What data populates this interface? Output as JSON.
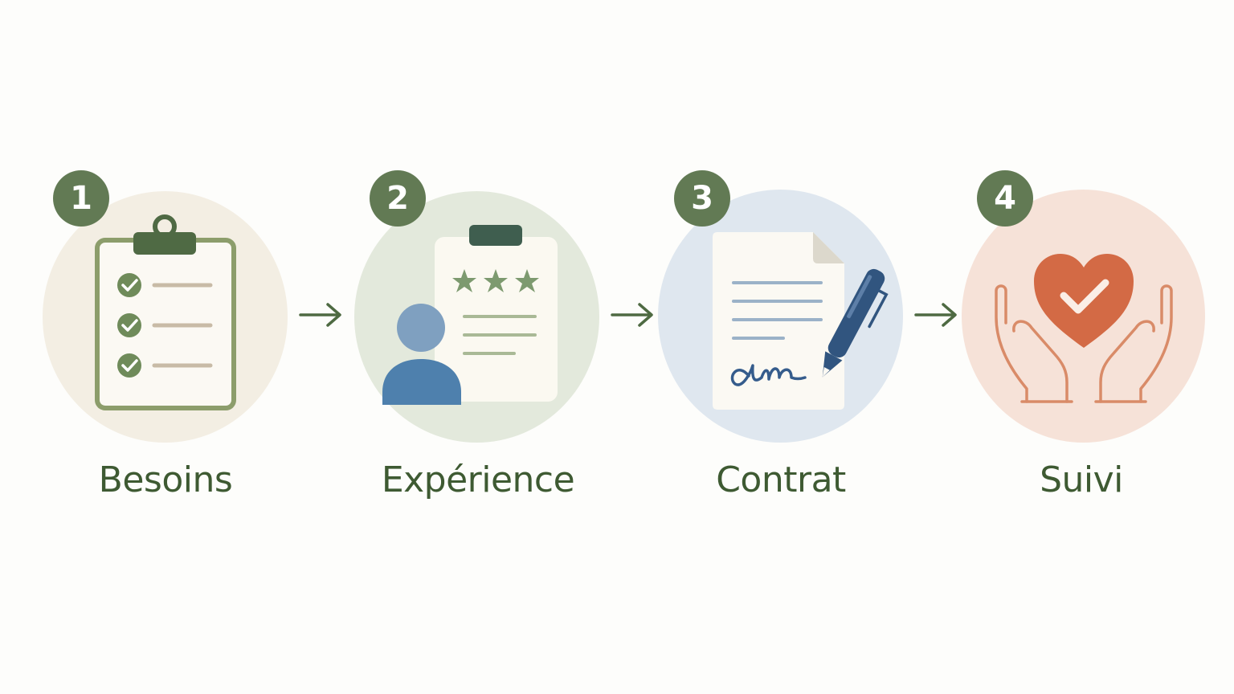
{
  "steps": [
    {
      "number": "1",
      "label": "Besoins",
      "icon": "clipboard-checklist-icon",
      "bg": "#f3eee3"
    },
    {
      "number": "2",
      "label": "Expérience",
      "icon": "profile-rating-icon",
      "bg": "#e3e9dc"
    },
    {
      "number": "3",
      "label": "Contrat",
      "icon": "signed-contract-icon",
      "bg": "#dfe7ef"
    },
    {
      "number": "4",
      "label": "Suivi",
      "icon": "caring-hands-heart-icon",
      "bg": "#f6e2d8"
    }
  ],
  "colors": {
    "badge": "#627a54",
    "label": "#3e5a32",
    "arrow": "#4e6a42"
  }
}
